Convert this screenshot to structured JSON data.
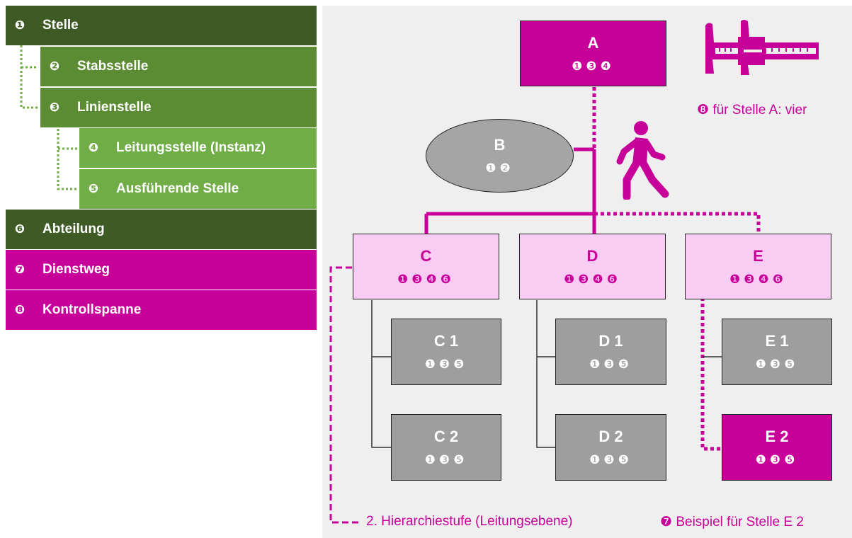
{
  "legend": [
    {
      "num": "❶",
      "label": "Stelle"
    },
    {
      "num": "❷",
      "label": "Stabsstelle"
    },
    {
      "num": "❸",
      "label": "Linienstelle"
    },
    {
      "num": "❹",
      "label": "Leitungsstelle (Instanz)"
    },
    {
      "num": "❺",
      "label": "Ausführende Stelle"
    },
    {
      "num": "❻",
      "label": "Abteilung"
    },
    {
      "num": "❼",
      "label": "Dienstweg"
    },
    {
      "num": "❽",
      "label": "Kontrollspanne"
    }
  ],
  "nodes": {
    "A": {
      "title": "A",
      "marks": "❶❸❹"
    },
    "B": {
      "title": "B",
      "marks": "❶❷"
    },
    "C": {
      "title": "C",
      "marks": "❶❸❹❻"
    },
    "D": {
      "title": "D",
      "marks": "❶❸❹❻"
    },
    "E": {
      "title": "E",
      "marks": "❶❸❹❻"
    },
    "C1": {
      "title": "C 1",
      "marks": "❶❸❺"
    },
    "C2": {
      "title": "C 2",
      "marks": "❶❸❺"
    },
    "D1": {
      "title": "D 1",
      "marks": "❶❸❺"
    },
    "D2": {
      "title": "D 2",
      "marks": "❶❸❺"
    },
    "E1": {
      "title": "E 1",
      "marks": "❶❸❺"
    },
    "E2": {
      "title": "E 2",
      "marks": "❶❸❺"
    }
  },
  "notes": {
    "kontrollspanne": {
      "sym": "❽",
      "text": "für Stelle A: vier"
    },
    "hierarchie": {
      "text": "2. Hierarchiestufe (Leitungsebene)"
    },
    "dienstweg": {
      "sym": "❼",
      "text": "Beispiel für Stelle E 2"
    }
  },
  "colors": {
    "dark_green": "#3e5b26",
    "mid_green": "#5b8c33",
    "light_green": "#70ad47",
    "magenta": "#c8009a",
    "light_pink": "#f9ccf3",
    "gray": "#9e9e9e",
    "background": "#efefef"
  },
  "icons": {
    "top_right": "caliper-icon",
    "walker": "walking-person-icon"
  }
}
